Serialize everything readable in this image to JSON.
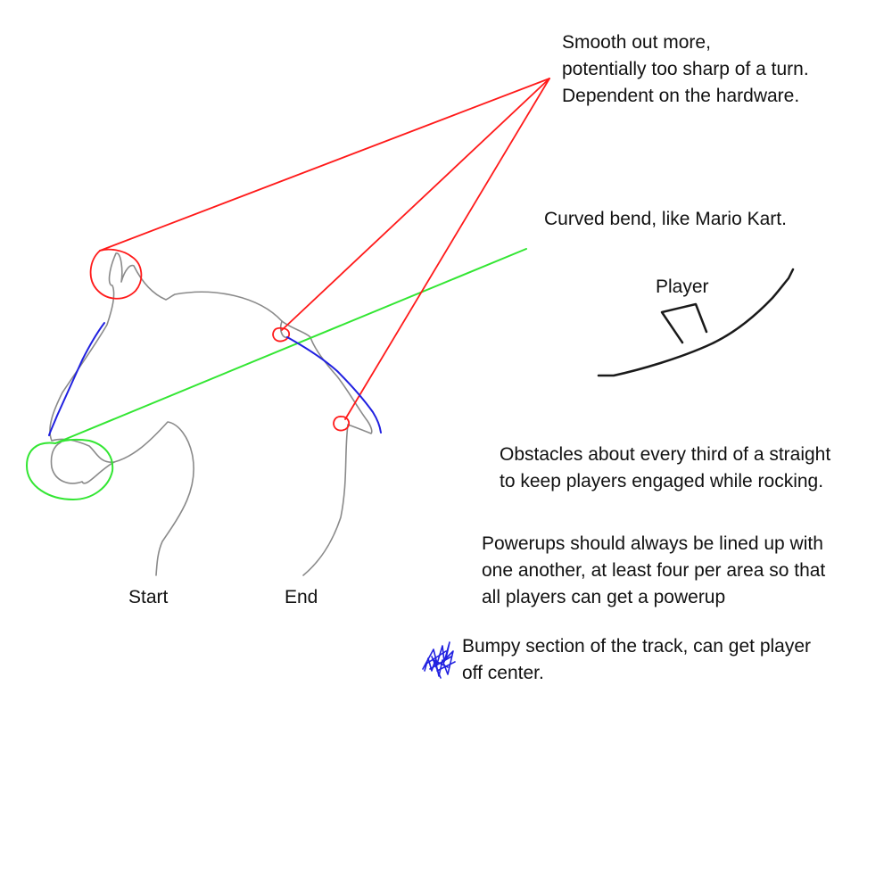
{
  "colors": {
    "track_outline": "#8a8a8a",
    "sharp_turn": "#ff1a1a",
    "curved_bend": "#33e633",
    "bumpy_section": "#2020e0",
    "bend_sketch": "#1a1a1a",
    "text": "#111111"
  },
  "track": {
    "start_label": "Start",
    "end_label": "End"
  },
  "notes": {
    "sharp_turn": {
      "lines": [
        "Smooth out more,",
        "potentially too sharp of a turn.",
        "Dependent on the hardware."
      ]
    },
    "curved_bend": {
      "text": "Curved bend, like Mario Kart."
    },
    "bend_sketch": {
      "player_label": "Player"
    },
    "obstacles": {
      "lines": [
        "Obstacles about every third of a straight",
        "to keep players engaged while rocking."
      ]
    },
    "powerups": {
      "lines": [
        "Powerups should always be lined up with",
        "one another, at least four per area so that",
        "all players can get a powerup"
      ]
    },
    "bumpy": {
      "legend_icon": "scribble-icon",
      "lines": [
        "Bumpy section of the track, can get player",
        "off center."
      ]
    }
  }
}
